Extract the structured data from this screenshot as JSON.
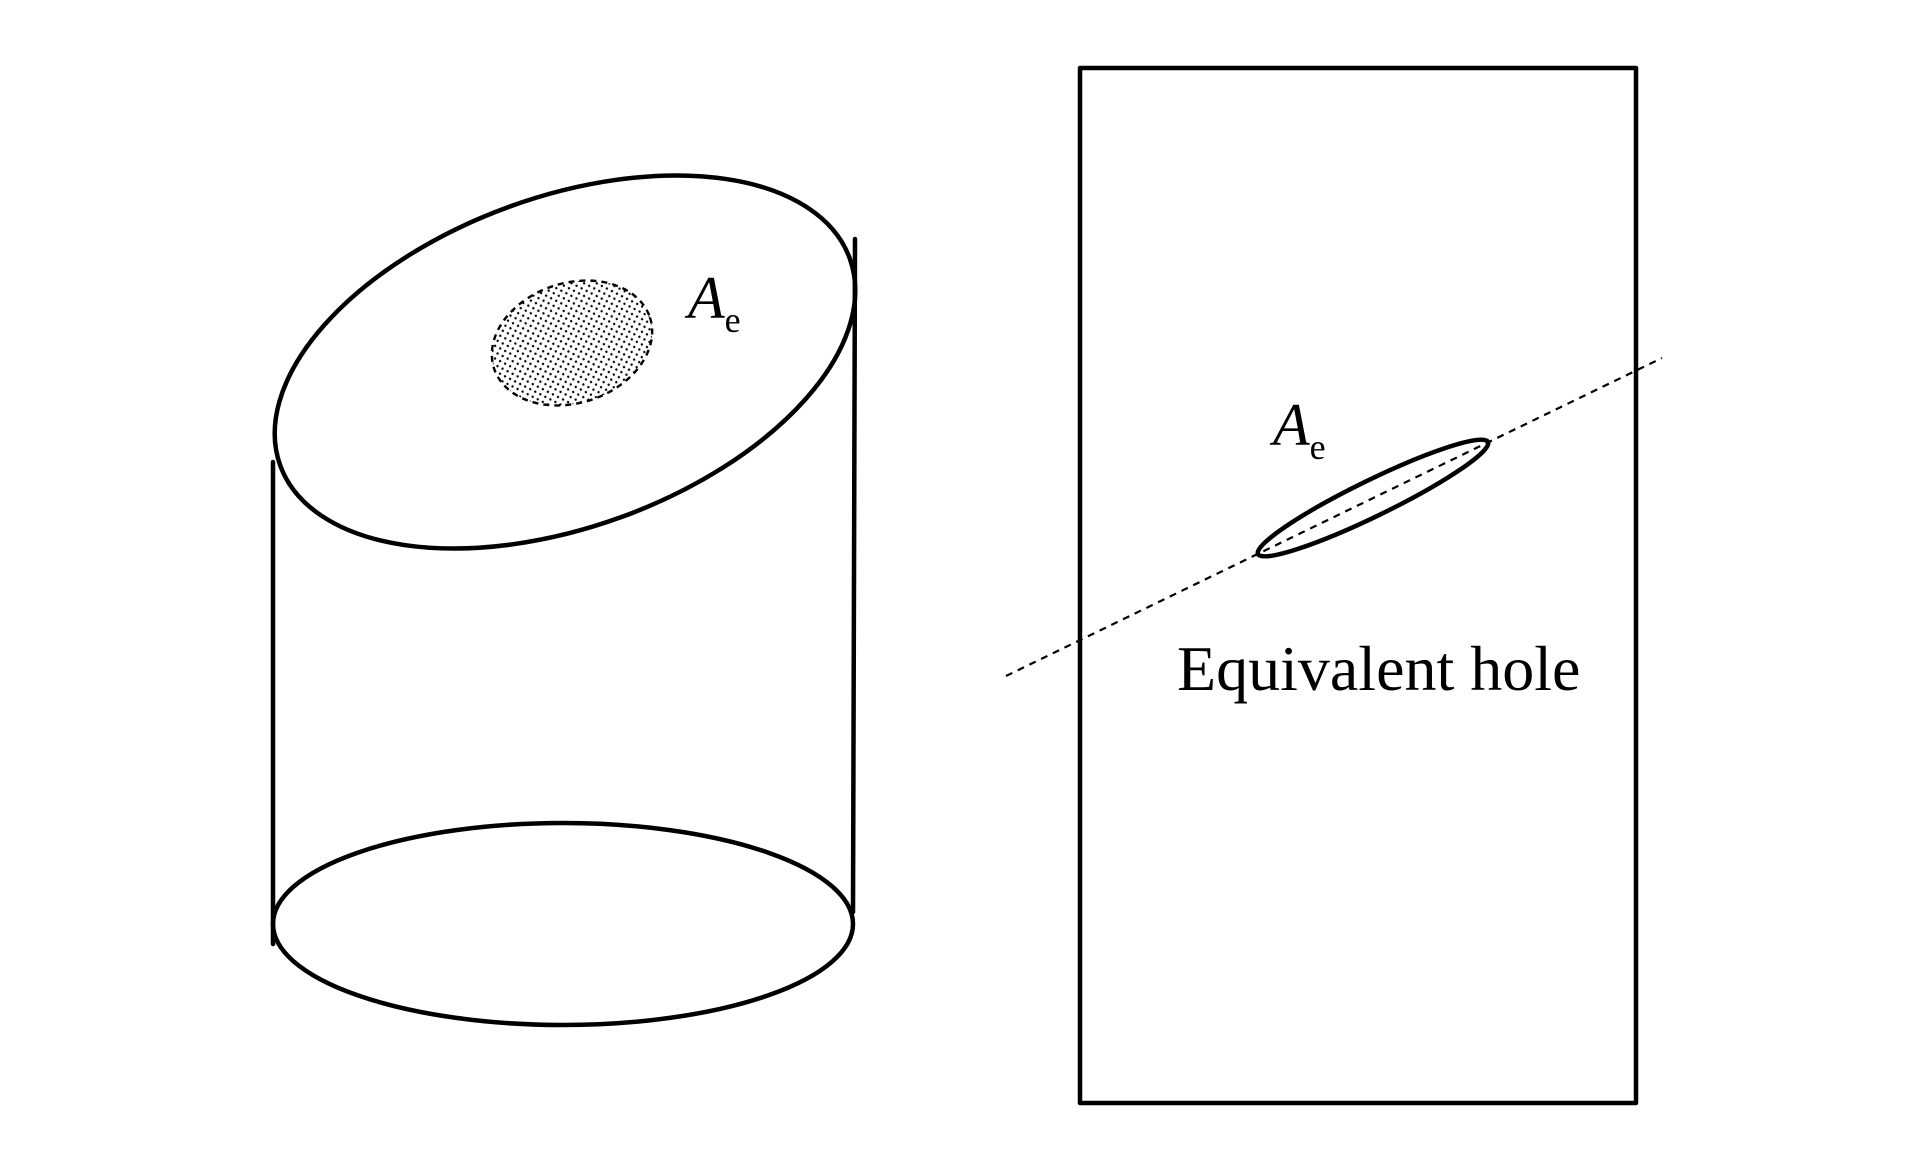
{
  "left_panel": {
    "label_symbol": "A",
    "label_subscript": "e"
  },
  "right_panel": {
    "label_symbol": "A",
    "label_subscript": "e",
    "caption": "Equivalent hole"
  }
}
